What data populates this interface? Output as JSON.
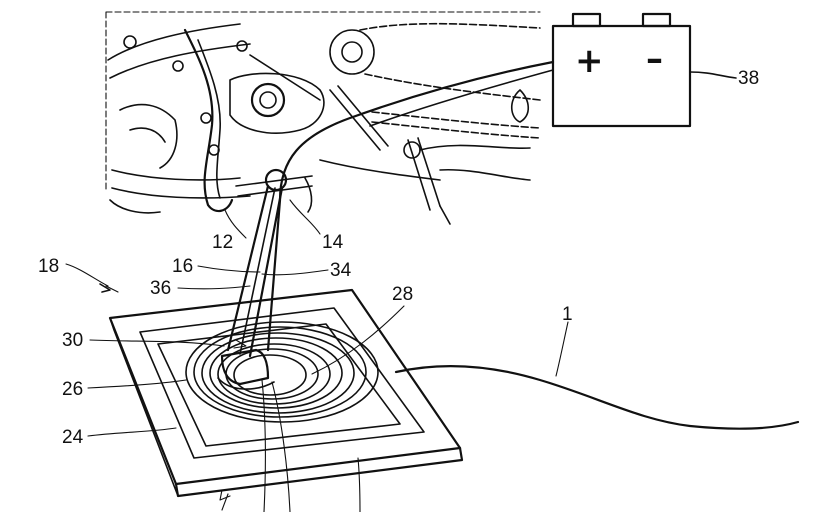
{
  "figure": {
    "references": {
      "r1": "1",
      "r12": "12",
      "r14": "14",
      "r16": "16",
      "r18": "18",
      "r24": "24",
      "r26": "26",
      "r28": "28",
      "r30": "30",
      "r34": "34",
      "r36": "36",
      "r38": "38"
    },
    "battery": {
      "plus": "+",
      "minus": "–"
    }
  }
}
